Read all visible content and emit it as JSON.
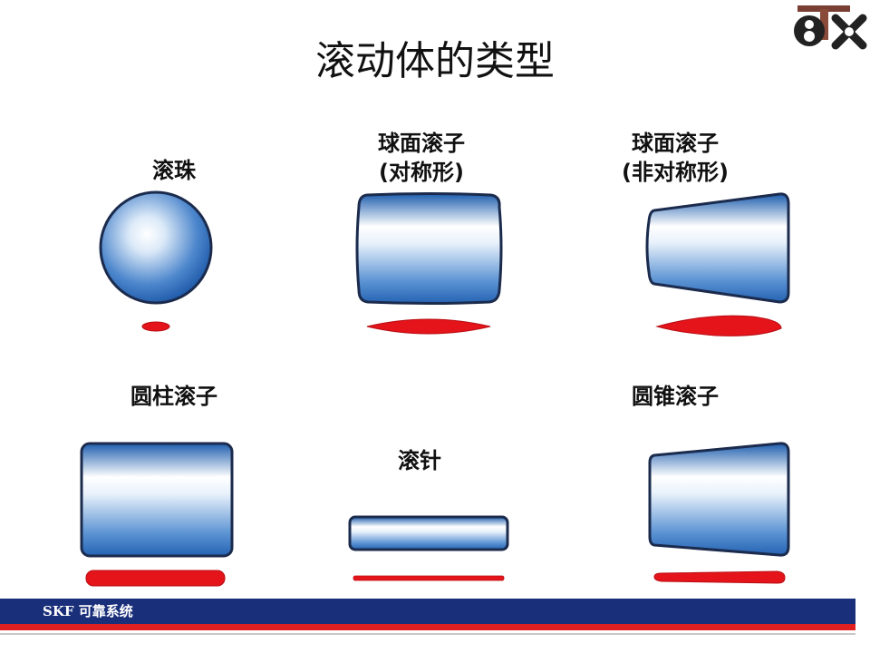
{
  "title": "滚动体的类型",
  "labels": {
    "ball": "滚珠",
    "spherical_symmetric": [
      "球面滚子",
      "(对称形)"
    ],
    "spherical_asymmetric": [
      "球面滚子",
      "(非对称形)"
    ],
    "cylindrical": "圆柱滚子",
    "needle": "滚针",
    "tapered": "圆锥滚子"
  },
  "footer": {
    "text": "SKF 可靠系统"
  },
  "colors": {
    "roller_outline": "#1b2b4d",
    "roller_blue": "#2a68b5",
    "contact_red": "#e5141b",
    "footer_navy": "#1a2f7a",
    "footer_red": "#e02020"
  },
  "icons": {
    "logo": "company-logo"
  }
}
